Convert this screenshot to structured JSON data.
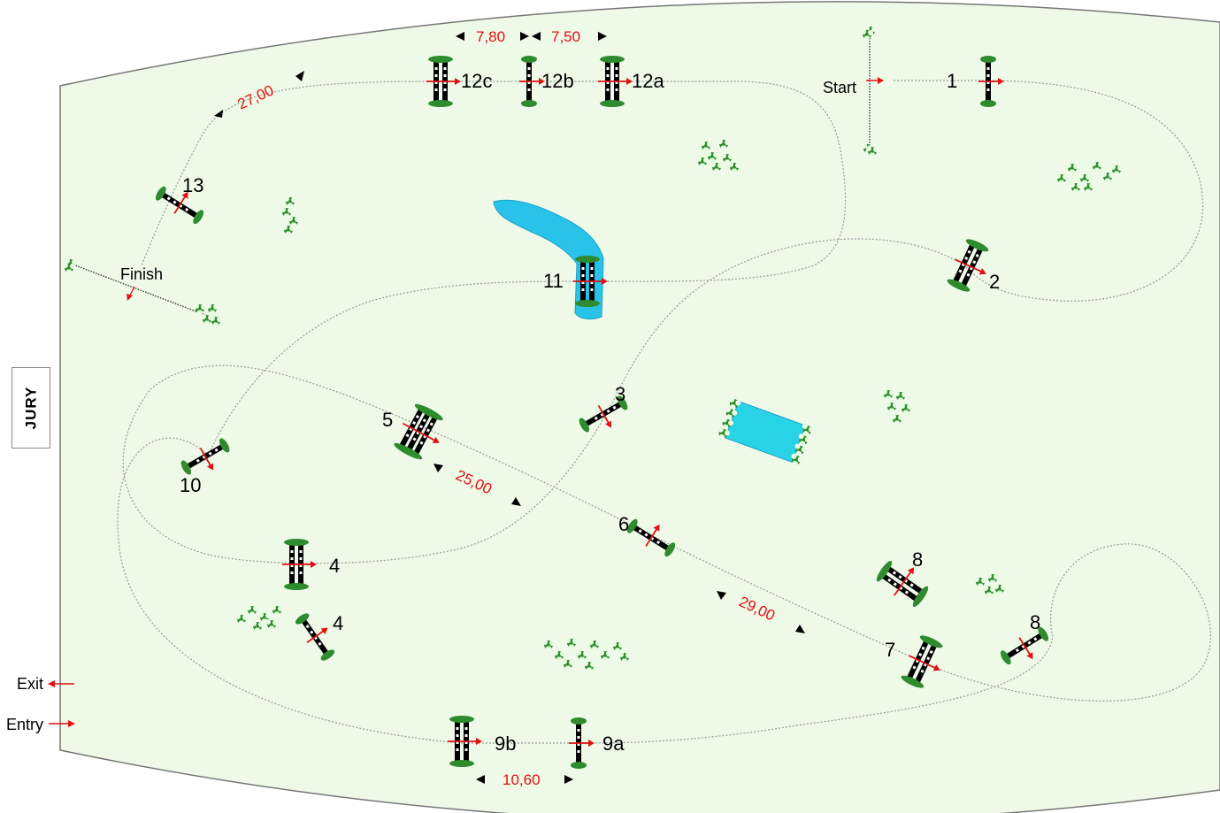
{
  "jury_label": "JURY",
  "labels": {
    "start": "Start",
    "finish": "Finish",
    "exit": "Exit",
    "entry": "Entry"
  },
  "obstacles": [
    {
      "id": "1",
      "label": "1",
      "kind": "vertical"
    },
    {
      "id": "2",
      "label": "2",
      "kind": "oxer"
    },
    {
      "id": "3",
      "label": "3",
      "kind": "vertical"
    },
    {
      "id": "4a",
      "label": "4",
      "kind": "oxer"
    },
    {
      "id": "4b",
      "label": "4",
      "kind": "vertical"
    },
    {
      "id": "5",
      "label": "5",
      "kind": "triple-bar"
    },
    {
      "id": "6",
      "label": "6",
      "kind": "vertical"
    },
    {
      "id": "7",
      "label": "7",
      "kind": "oxer"
    },
    {
      "id": "8a",
      "label": "8",
      "kind": "oxer"
    },
    {
      "id": "8b",
      "label": "8",
      "kind": "vertical"
    },
    {
      "id": "9a",
      "label": "9a",
      "kind": "vertical"
    },
    {
      "id": "9b",
      "label": "9b",
      "kind": "oxer"
    },
    {
      "id": "10",
      "label": "10",
      "kind": "vertical"
    },
    {
      "id": "11",
      "label": "11",
      "kind": "water-oxer"
    },
    {
      "id": "12a",
      "label": "12a",
      "kind": "oxer"
    },
    {
      "id": "12b",
      "label": "12b",
      "kind": "vertical"
    },
    {
      "id": "12c",
      "label": "12c",
      "kind": "oxer"
    },
    {
      "id": "13",
      "label": "13",
      "kind": "vertical"
    }
  ],
  "distances": {
    "d_12c_12b": "7,80",
    "d_12b_12a": "7,50",
    "d_12_13": "27,00",
    "d_5_6": "25,00",
    "d_6_7": "29,00",
    "d_9": "10,60"
  },
  "colors": {
    "arena_fill": "#eef9e8",
    "arena_stroke": "#777777",
    "pole": "#000000",
    "stand": "#2e8b2e",
    "direction_arrow": "#e11111",
    "water": "#29c3ea",
    "route": "#999999"
  }
}
